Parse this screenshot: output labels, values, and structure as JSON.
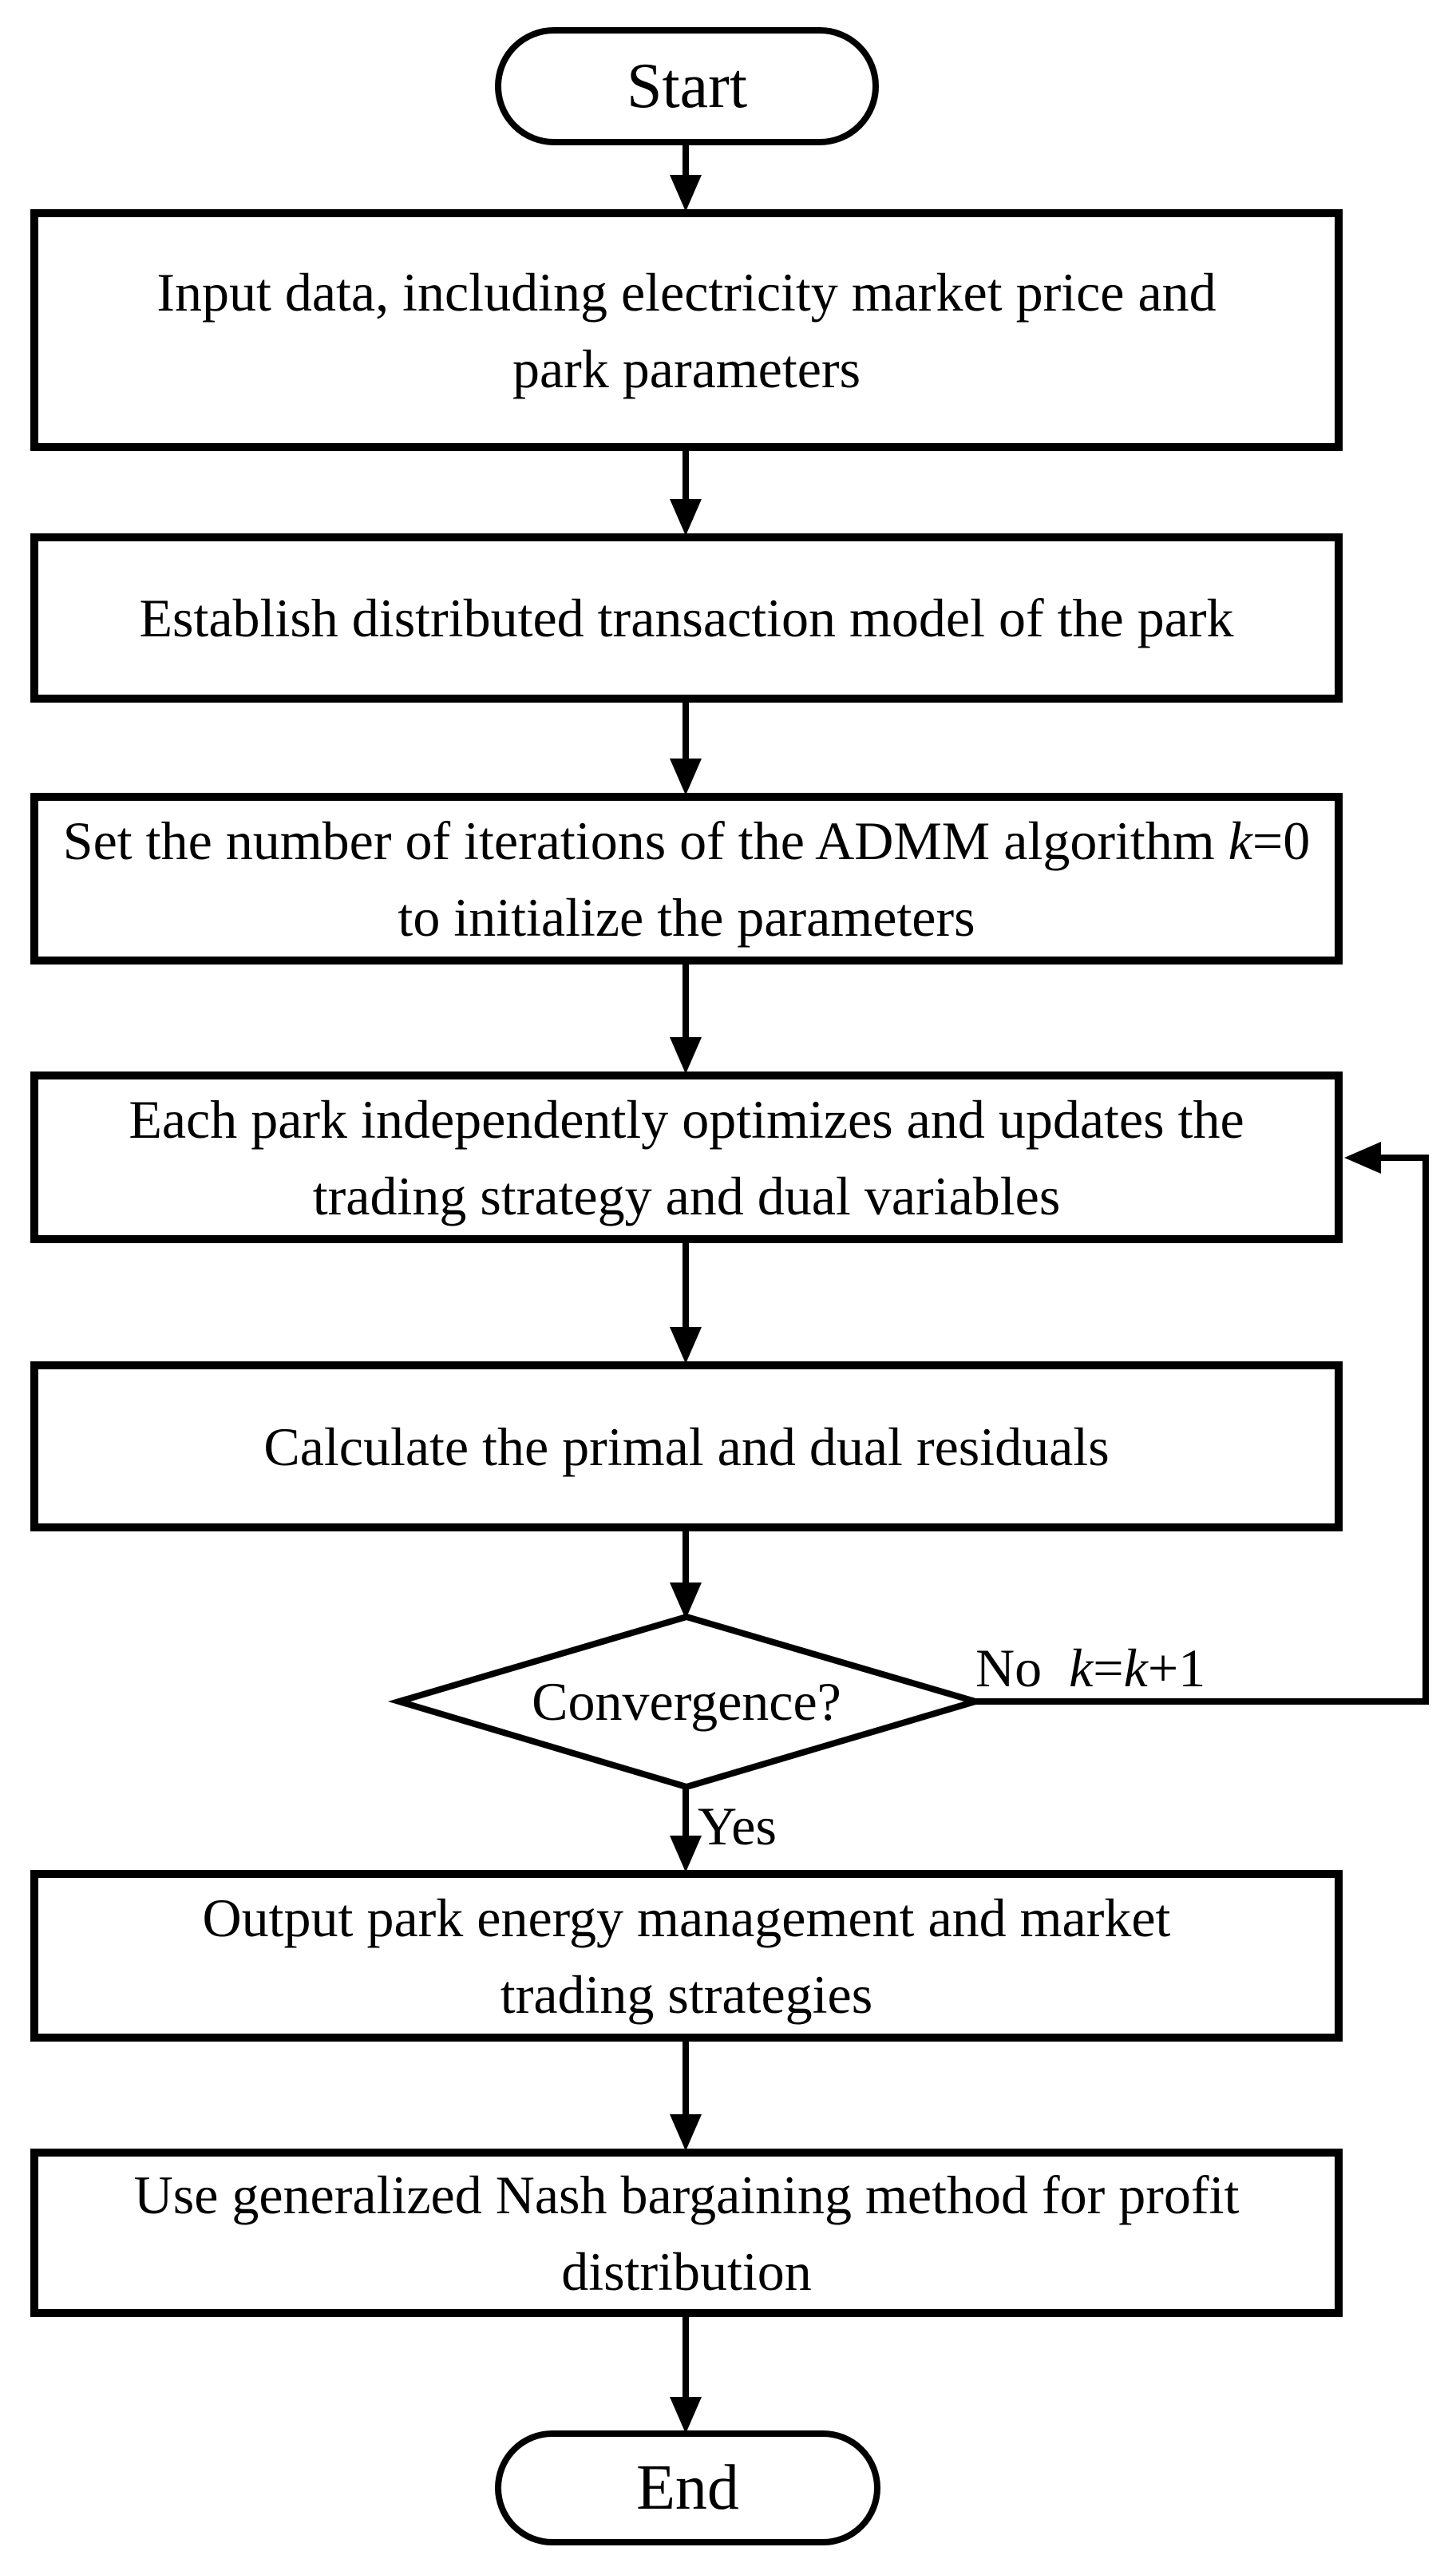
{
  "diagram": {
    "background_color": "#ffffff",
    "stroke_color": "#000000",
    "text_color": "#000000"
  },
  "nodes": {
    "start": {
      "shape": "terminator",
      "label": "Start"
    },
    "input_data": {
      "shape": "process",
      "lines": [
        "Input data, including electricity market price and",
        "park parameters"
      ]
    },
    "establish_model": {
      "shape": "process",
      "lines": [
        "Establish distributed transaction model of the park"
      ]
    },
    "set_iterations": {
      "shape": "process",
      "line1_segments": [
        {
          "text": "Set the number of iterations of the ADMM algorithm "
        },
        {
          "text": "k",
          "italic": true
        },
        {
          "text": "=0"
        }
      ],
      "line2": "to initialize the parameters"
    },
    "optimize_update": {
      "shape": "process",
      "lines": [
        "Each park independently optimizes and updates the",
        "trading strategy and dual variables"
      ]
    },
    "residuals": {
      "shape": "process",
      "lines": [
        "Calculate the primal and dual residuals"
      ]
    },
    "convergence": {
      "shape": "decision",
      "label": "Convergence?"
    },
    "output_strategies": {
      "shape": "process",
      "lines": [
        "Output park energy management and market",
        "trading strategies"
      ]
    },
    "nash_bargaining": {
      "shape": "process",
      "lines": [
        "Use generalized Nash bargaining method for profit",
        "distribution"
      ]
    },
    "end": {
      "shape": "terminator",
      "label": "End"
    }
  },
  "edges": {
    "yes_label": "Yes",
    "no_label_segments": [
      {
        "text": "No  "
      },
      {
        "text": "k",
        "italic": true
      },
      {
        "text": "="
      },
      {
        "text": "k",
        "italic": true
      },
      {
        "text": "+1"
      }
    ]
  }
}
